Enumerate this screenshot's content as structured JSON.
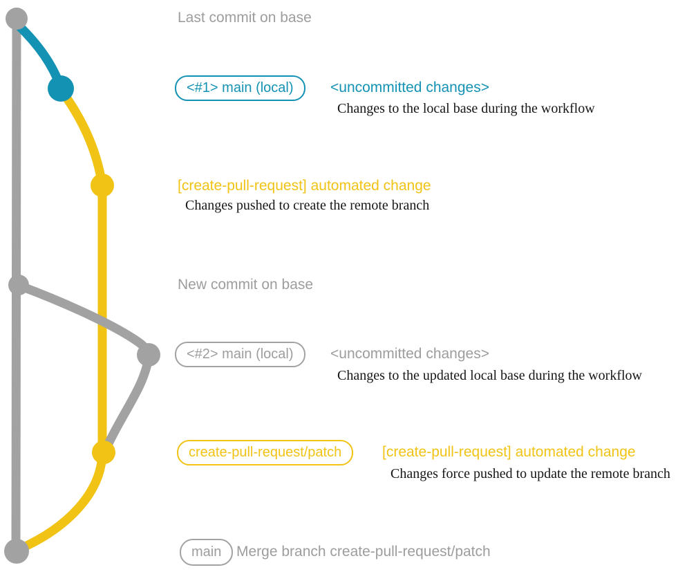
{
  "colors": {
    "gray": "#a2a2a2",
    "gray_text": "#9d9d9d",
    "blue": "#1492b4",
    "yellow": "#f0c315",
    "black": "#161616",
    "bg": "#ffffff"
  },
  "graph": {
    "branches": [
      {
        "name": "base",
        "color": "gray"
      },
      {
        "name": "main-local",
        "color": "blue"
      },
      {
        "name": "create-pull-request-patch",
        "color": "yellow"
      }
    ],
    "nodes": [
      {
        "name": "last-commit-on-base",
        "color": "gray"
      },
      {
        "name": "uncommitted-changes-1",
        "color": "blue"
      },
      {
        "name": "automated-change-1",
        "color": "yellow"
      },
      {
        "name": "new-commit-on-base",
        "color": "gray"
      },
      {
        "name": "uncommitted-changes-2",
        "color": "gray"
      },
      {
        "name": "automated-change-2",
        "color": "yellow"
      },
      {
        "name": "merge-commit",
        "color": "gray"
      }
    ]
  },
  "annotations": {
    "last_commit": {
      "label": "Last commit on base"
    },
    "step1": {
      "badge": "<#1> main (local)",
      "title": "<uncommitted changes>",
      "desc": "Changes to the local base during the workflow"
    },
    "step2": {
      "title": "[create-pull-request] automated change",
      "desc": "Changes pushed to create the remote branch"
    },
    "new_commit": {
      "label": "New commit on base"
    },
    "step3": {
      "badge": "<#2> main (local)",
      "title": "<uncommitted changes>",
      "desc": "Changes to the updated local base during the workflow"
    },
    "step4": {
      "badge": "create-pull-request/patch",
      "title": "[create-pull-request] automated change",
      "desc": "Changes force pushed to update the remote branch"
    },
    "merge": {
      "badge": "main",
      "label": "Merge branch create-pull-request/patch"
    }
  }
}
